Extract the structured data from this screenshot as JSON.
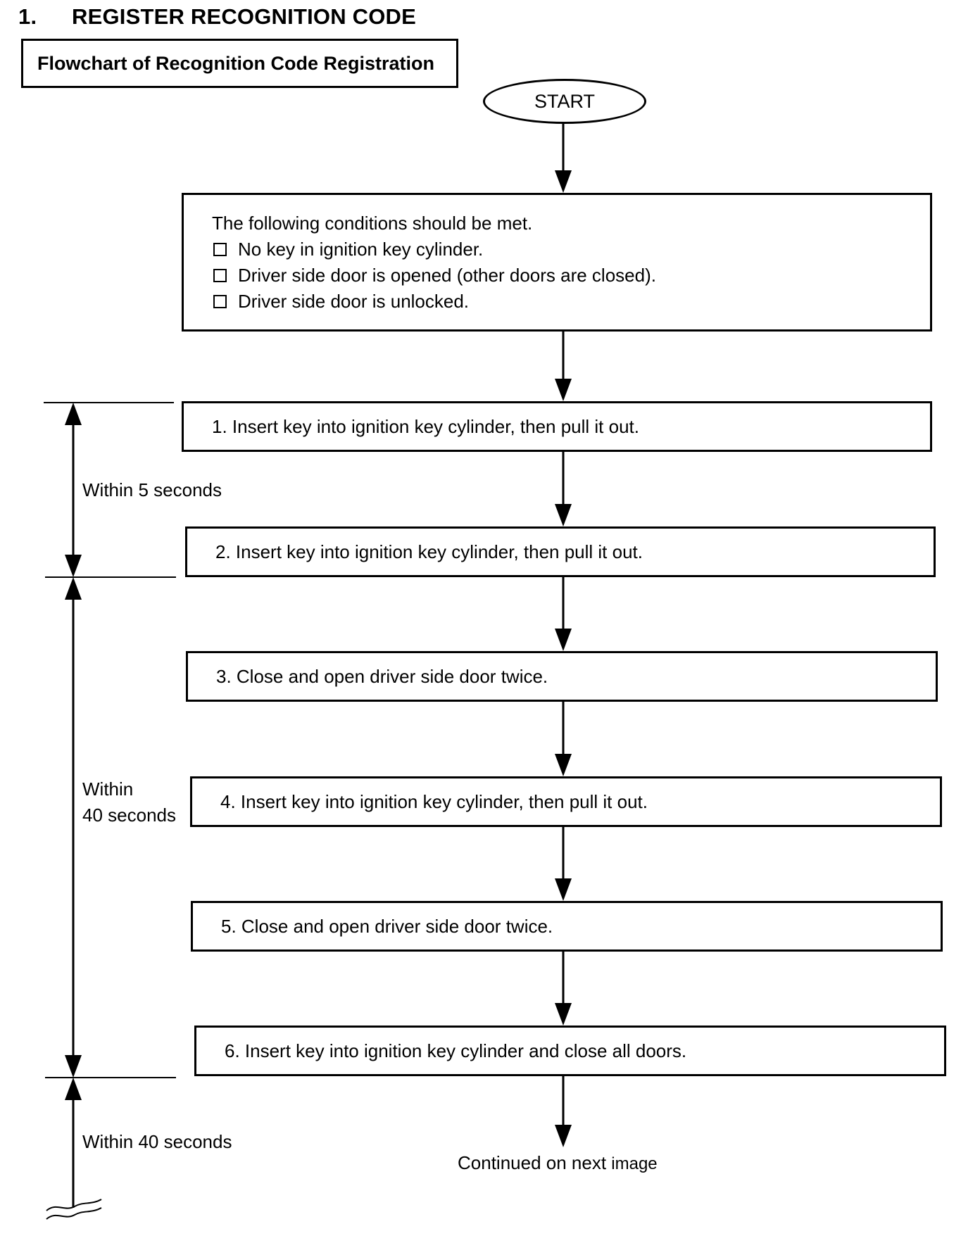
{
  "section": {
    "number": "1.",
    "heading": "REGISTER RECOGNITION CODE"
  },
  "flowchart_title": "Flowchart of Recognition Code Registration",
  "start_label": "START",
  "conditions": {
    "intro": "The following conditions should be met.",
    "items": [
      "No key in ignition key cylinder.",
      "Driver side door is opened (other doors are closed).",
      "Driver side door is unlocked."
    ]
  },
  "steps": [
    "1. Insert key into ignition key cylinder, then pull it out.",
    "2. Insert key into ignition key cylinder, then pull it out.",
    "3. Close and open driver side door twice.",
    "4. Insert key into ignition key cylinder, then pull it out.",
    "5. Close and open driver side door twice.",
    "6. Insert key into ignition key cylinder and close all doors."
  ],
  "timings": {
    "first": "Within 5 seconds",
    "second_line1": "Within",
    "second_line2": "40 seconds",
    "third": "Within 40 seconds"
  },
  "continued": {
    "main": "Continued on next ",
    "small": "image"
  }
}
